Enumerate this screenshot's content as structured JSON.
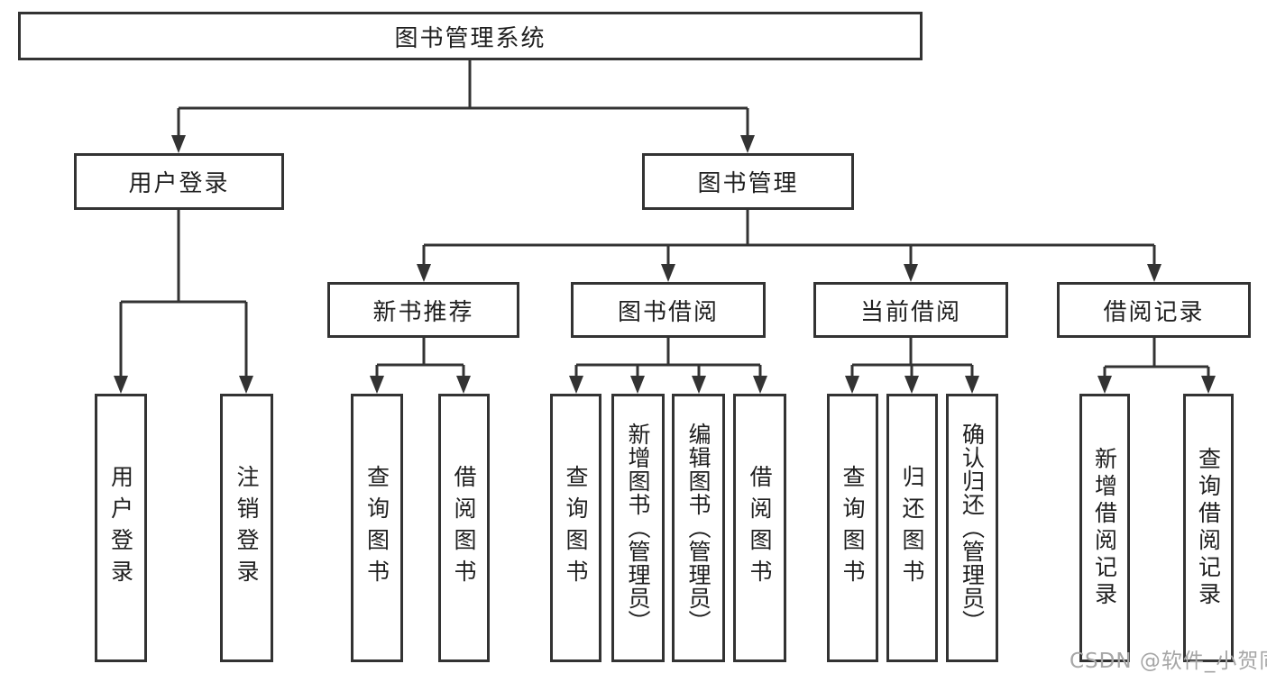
{
  "nodes": {
    "root": "图书管理系统",
    "user_login": "用户登录",
    "book_management": "图书管理",
    "new_book_recommend": "新书推荐",
    "book_borrow": "图书借阅",
    "current_borrow": "当前借阅",
    "borrow_records": "借阅记录"
  },
  "leaves": {
    "user_login": [
      "用户登录",
      "注销登录"
    ],
    "new_book_recommend": [
      "查询图书",
      "借阅图书"
    ],
    "book_borrow": [
      "查询图书",
      "新增图书（管理员）",
      "编辑图书（管理员）",
      "借阅图书"
    ],
    "current_borrow": [
      "查询图书",
      "归还图书",
      "确认归还（管理员）"
    ],
    "borrow_records": [
      "新增借阅记录",
      "查询借阅记录"
    ]
  },
  "colors": {
    "line": "#333333",
    "text": "#1f1f1f",
    "watermark": "#a6a6a6",
    "background": "#ffffff"
  },
  "watermark": "CSDN @软件_小贺同学"
}
